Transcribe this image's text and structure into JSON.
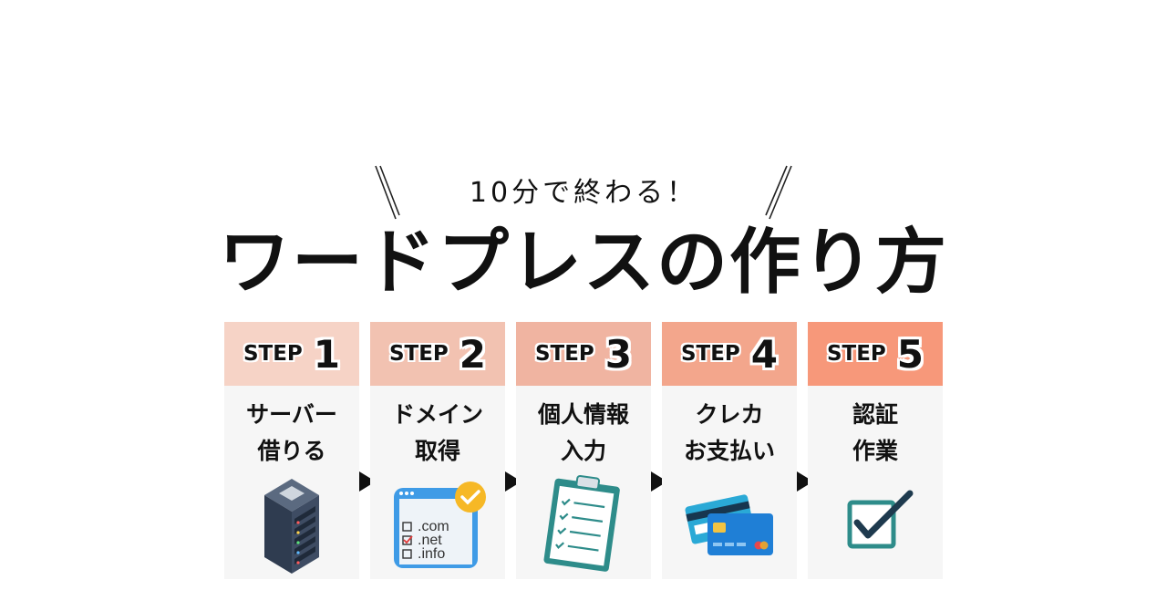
{
  "header": {
    "subtitle": "10分で終わる！",
    "title": "ワードプレスの作り方"
  },
  "steps": [
    {
      "word": "STEP",
      "number": "1",
      "line1": "サーバー",
      "line2": "借りる",
      "icon": "server-icon",
      "color": "#f6d3c6"
    },
    {
      "word": "STEP",
      "number": "2",
      "line1": "ドメイン",
      "line2": "取得",
      "icon": "domain-browser-icon",
      "color": "#f2c2b1"
    },
    {
      "word": "STEP",
      "number": "3",
      "line1": "個人情報",
      "line2": "入力",
      "icon": "clipboard-checklist-icon",
      "color": "#f0b4a1"
    },
    {
      "word": "STEP",
      "number": "4",
      "line1": "クレカ",
      "line2": "お支払い",
      "icon": "credit-cards-icon",
      "color": "#f3a68c"
    },
    {
      "word": "STEP",
      "number": "5",
      "line1": "認証",
      "line2": "作業",
      "icon": "checkbox-checked-icon",
      "color": "#f7987a"
    }
  ],
  "domain_icon": {
    "tld1": ".com",
    "tld2": ".net",
    "tld3": ".info"
  }
}
